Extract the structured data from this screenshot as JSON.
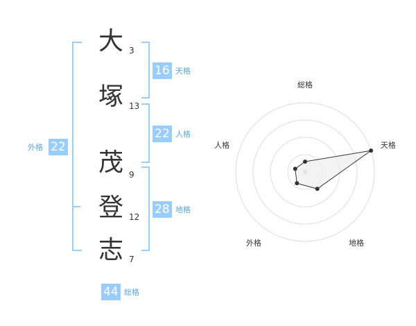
{
  "name_chars": [
    {
      "char": "大",
      "strokes": "3"
    },
    {
      "char": "塚",
      "strokes": "13"
    },
    {
      "char": "茂",
      "strokes": "9"
    },
    {
      "char": "登",
      "strokes": "12"
    },
    {
      "char": "志",
      "strokes": "7"
    }
  ],
  "fortune": {
    "tenkaku": {
      "value": "16",
      "label": "天格"
    },
    "jinkaku": {
      "value": "22",
      "label": "人格"
    },
    "chikaku": {
      "value": "28",
      "label": "地格"
    },
    "gaikaku": {
      "value": "22",
      "label": "外格"
    },
    "soukaku": {
      "value": "44",
      "label": "総格"
    }
  },
  "chart_data": {
    "type": "radar",
    "axes": [
      "総格",
      "天格",
      "地格",
      "外格",
      "人格"
    ],
    "values": [
      0.15,
      1.0,
      0.3,
      0.2,
      0.15
    ],
    "rmax": 1,
    "rings": 4,
    "colors": {
      "ring": "#dddddd",
      "fill": "#eeeeee",
      "line": "#333333"
    }
  },
  "colors": {
    "accent": "#99ccff",
    "label": "#5ba7d8",
    "text": "#333333"
  }
}
